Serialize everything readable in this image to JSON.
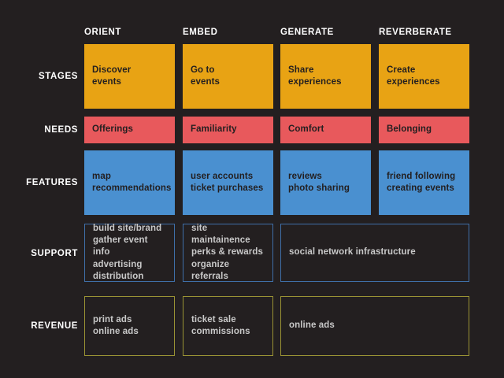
{
  "canvas": {
    "background": "#231f20",
    "title": "Customer journey business model canvas"
  },
  "colors": {
    "stages": "#e8a314",
    "needs": "#e8595c",
    "features": "#4a90d0",
    "support_border": "#3f6fa8",
    "revenue_border": "#9a9334",
    "label_text": "#ffffff",
    "filled_text": "#231f20",
    "outline_text": "#c9c9c9"
  },
  "columns": [
    {
      "key": "orient",
      "label": "ORIENT"
    },
    {
      "key": "embed",
      "label": "EMBED"
    },
    {
      "key": "generate",
      "label": "GENERATE"
    },
    {
      "key": "reverberate",
      "label": "REVERBERATE"
    }
  ],
  "rows": [
    {
      "key": "stages",
      "label": "STAGES"
    },
    {
      "key": "needs",
      "label": "NEEDS"
    },
    {
      "key": "features",
      "label": "FEATURES"
    },
    {
      "key": "support",
      "label": "SUPPORT"
    },
    {
      "key": "revenue",
      "label": "REVENUE"
    }
  ],
  "cells": {
    "stages": {
      "orient": "Discover\nevents",
      "embed": "Go to\nevents",
      "generate": "Share\nexperiences",
      "reverberate": "Create\nexperiences"
    },
    "needs": {
      "orient": "Offerings",
      "embed": "Familiarity",
      "generate": "Comfort",
      "reverberate": "Belonging"
    },
    "features": {
      "orient": "map\nrecommendations",
      "embed": "user accounts\nticket purchases",
      "generate": "reviews\nphoto sharing",
      "reverberate": "friend following\ncreating events"
    },
    "support": {
      "orient": "build site/brand\ngather event info\nadvertising\ndistribution",
      "embed": "site maintainence\nperks & rewards\norganize referrals",
      "generate_reverberate": "social network infrastructure"
    },
    "revenue": {
      "orient": "print ads\nonline ads",
      "embed": "ticket sale\ncommissions",
      "generate_reverberate": "online ads"
    }
  }
}
